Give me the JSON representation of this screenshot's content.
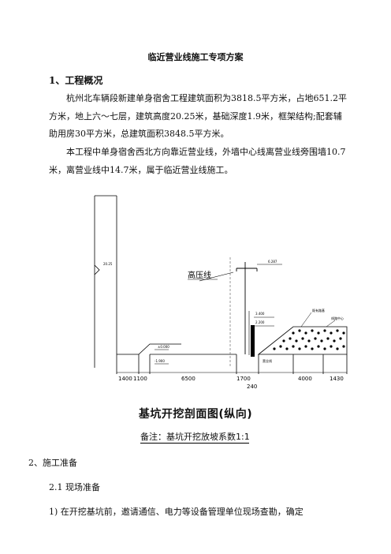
{
  "doc": {
    "title": "临近营业线施工专项方案",
    "section1": "1、工程概况",
    "para1": "杭州北车辆段新建单身宿舍工程建筑面积为3818.5平方米，占地651.2平方米，地上六～七层，建筑高度20.25米，基础深度1.9米，框架结构;配套辅助用房30平方米，总建筑面积3848.5平方米。",
    "para2": "本工程中单身宿舍西北方向靠近营业线，外墙中心线离营业线旁围墙10.7米，离营业线中14.7米，属于临近营业线施工。",
    "section2": "2、施工准备",
    "section2_1": "2.1  现场准备",
    "item1": "1)  在开挖基坑前，邀请通信、电力等设备管理单位现场查勘，确定"
  },
  "drawing": {
    "caption": "基坑开挖剖面图(纵向)",
    "note": "备注：基坑开挖放坡系数1:1",
    "label_hv": "高压线",
    "elev_top": "6.287",
    "elev_a": "3.400",
    "elev_b": "2.200",
    "elev_left": "±0.000",
    "elev_pit": "-1.900",
    "elev_rail_label": "营业线",
    "label_right1": "既有路基",
    "label_right2": "线路中心",
    "dims": [
      "1400",
      "1100",
      "6500",
      "1700",
      "4000",
      "1430"
    ],
    "dim_bottom": "240"
  }
}
